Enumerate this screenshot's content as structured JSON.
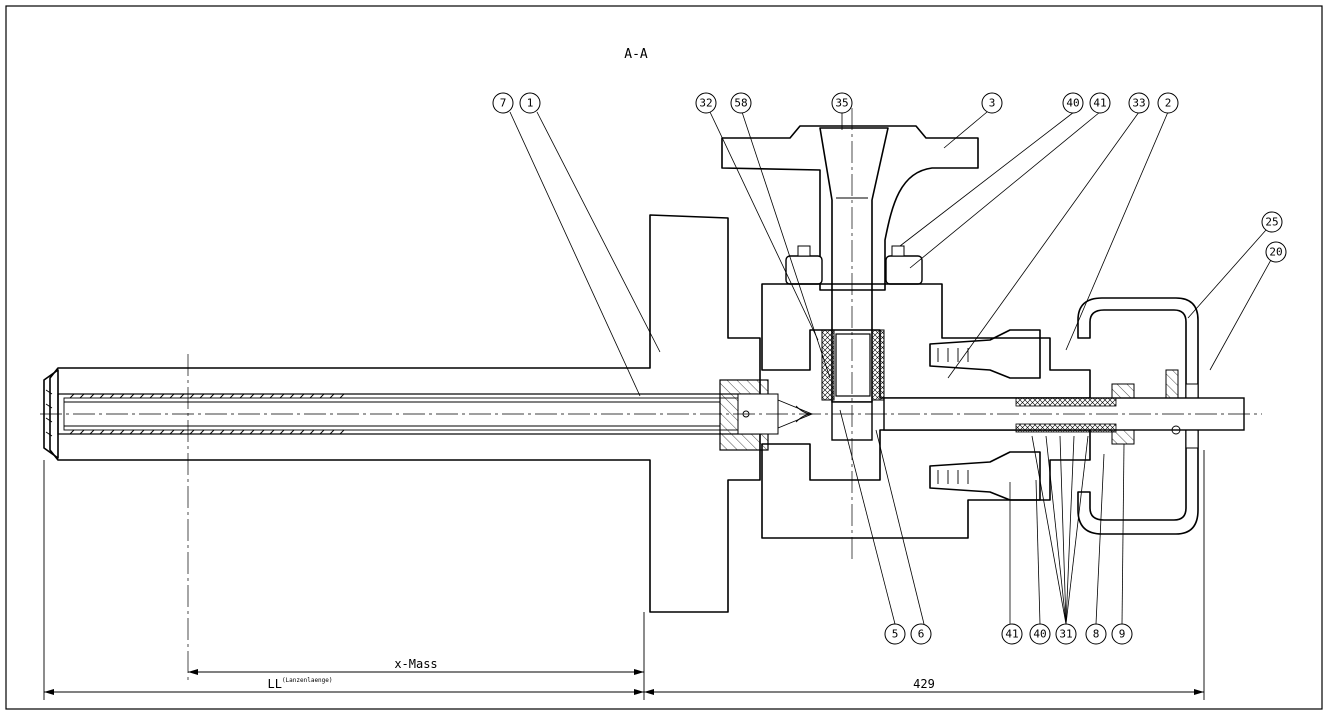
{
  "section_title": "A-A",
  "dimensions": {
    "x_mass": "x-Mass",
    "ll_label": "LL",
    "ll_sub": "(Lanzenlaenge)",
    "right_length": "429"
  },
  "balloons": [
    "7",
    "1",
    "32",
    "58",
    "35",
    "3",
    "40",
    "41",
    "33",
    "2",
    "25",
    "20",
    "5",
    "6",
    "41",
    "40",
    "31",
    "8",
    "9"
  ]
}
